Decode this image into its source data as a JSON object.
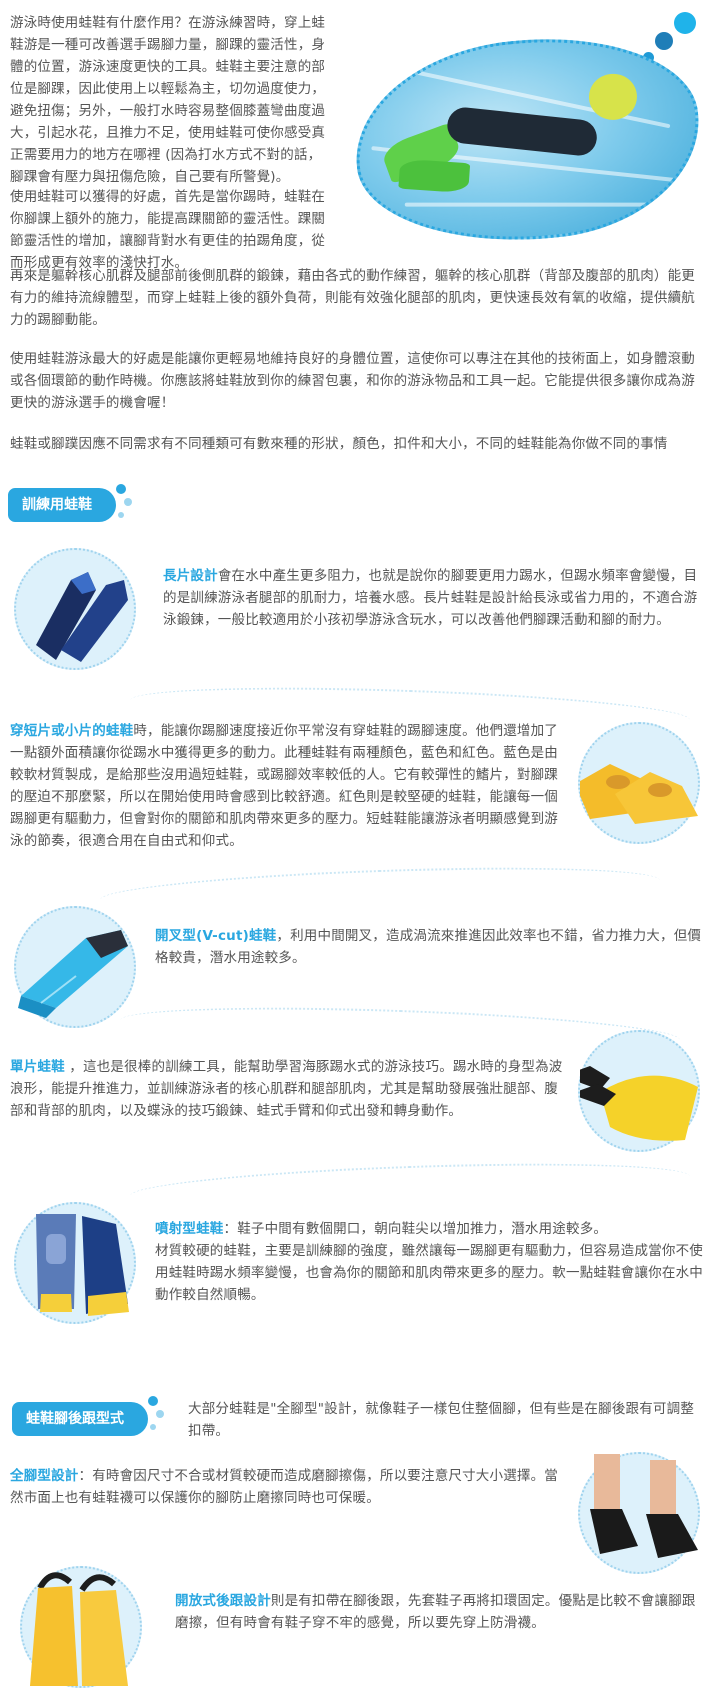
{
  "intro": {
    "p1": "游泳時使用蛙鞋有什麼作用？在游泳練習時，穿上蛙鞋游是一種可改善選手踢腳力量，腳踝的靈活性，身體的位置，游泳速度更快的工具。蛙鞋主要注意的部位是腳踝，因此使用上以輕鬆為主，切勿過度使力，避免扭傷；另外，一般打水時容易整個膝蓋彎曲度過大，引起水花，且推力不足，使用蛙鞋可使你感受真正需要用力的地方在哪裡 (因為打水方式不對的話，腳踝會有壓力與扭傷危險，自己要有所警覺)。",
    "p2a": "使用蛙鞋可以獲得的好處，首先是當你踢時，蛙鞋在你腳課上額外的施力，能提高踝關節的靈活性。踝關節靈活性的增加，讓腳背對水有更佳的拍踢角度，從而形成更有效率的淺快打水。",
    "p2b": "再來是軀幹核心肌群及腿部前後側肌群的鍛鍊，藉由各式的動作練習，軀幹的核心肌群（背部及腹部的肌肉）能更有力的維持流線體型，而穿上蛙鞋上後的額外負荷，則能有效強化腿部的肌肉，更快速長效有氧的收縮，提供續航力的踢腳動能。",
    "p3": "使用蛙鞋游泳最大的好處是能讓你更輕易地維持良好的身體位置，這使你可以專注在其他的技術面上，如身體滾動或各個環節的動作時機。你應該將蛙鞋放到你的練習包裏，和你的游泳物品和工具一起。它能提供很多讓你成為游更快的游泳選手的機會喔！",
    "p4": "蛙鞋或腳蹼因應不同需求有不同種類可有數來種的形狀，顏色，扣件和大小，不同的蛙鞋能為你做不同的事情"
  },
  "section1": {
    "title": "訓練用蛙鞋",
    "items": [
      {
        "name": "長片設計",
        "text": "會在水中產生更多阻力，也就是說你的腳要更用力踢水，但踢水頻率會變慢，目的是訓練游泳者腿部的肌耐力，培養水感。長片蛙鞋是設計給長泳或省力用的，不適合游泳鍛鍊，一般比較適用於小孩初學游泳含玩水，可以改善他們腳踝活動和腳的耐力。"
      },
      {
        "name": "穿短片或小片的蛙鞋",
        "text": "時，能讓你踢腳速度接近你平常沒有穿蛙鞋的踢腳速度。他們還增加了一點額外面積讓你從踢水中獲得更多的動力。此種蛙鞋有兩種顏色，藍色和紅色。藍色是由較軟材質製成，是給那些沒用過短蛙鞋，或踢腳效率較低的人。它有較彈性的鰭片，對腳踝的壓迫不那麼緊，所以在開始使用時會感到比較舒適。紅色則是較堅硬的蛙鞋，能讓每一個踢腳更有驅動力，但會對你的關節和肌肉帶來更多的壓力。短蛙鞋能讓游泳者明顯感覺到游泳的節奏，很適合用在自由式和仰式。"
      },
      {
        "name": "開叉型(V-cut)蛙鞋",
        "text": "，利用中間開叉，造成渦流來推進因此效率也不錯，省力推力大，但價格較貴，潛水用途較多。"
      },
      {
        "name": "單片蛙鞋",
        "text": " ，這也是很棒的訓練工具，能幫助學習海豚踢水式的游泳技巧。踢水時的身型為波浪形，能提升推進力，並訓練游泳者的核心肌群和腿部肌肉，尤其是幫助發展強壯腿部、腹部和背部的肌肉，以及蝶泳的技巧鍛鍊、蛙式手臂和仰式出發和轉身動作。"
      },
      {
        "name": "噴射型蛙鞋",
        "text": "：鞋子中間有數個開口，朝向鞋尖以增加推力，潛水用途較多。",
        "text2": "材質較硬的蛙鞋，主要是訓練腳的強度，雖然讓每一踢腳更有驅動力，但容易造成當你不使用蛙鞋時踢水頻率變慢，也會為你的關節和肌肉帶來更多的壓力。軟一點蛙鞋會讓你在水中動作較自然順暢。"
      }
    ]
  },
  "section2": {
    "title": "蛙鞋腳後跟型式",
    "intro": "大部分蛙鞋是\"全腳型\"設計，就像鞋子一樣包住整個腳，但有些是在腳後跟有可調整扣帶。",
    "items": [
      {
        "name": "全腳型設計",
        "text": "：有時會因尺寸不合或材質較硬而造成磨腳擦傷，所以要注意尺寸大小選擇。當然市面上也有蛙鞋襪可以保護你的腳防止磨擦同時也可保暖。"
      },
      {
        "name": "開放式後跟設計",
        "text": "則是有扣帶在腳後跟，先套鞋子再將扣環固定。優點是比較不會讓腳跟磨擦，但有時會有鞋子穿不牢的感覺，所以要先穿上防滑襪。"
      }
    ]
  },
  "colors": {
    "accent": "#2aa7e0",
    "text": "#555555"
  }
}
